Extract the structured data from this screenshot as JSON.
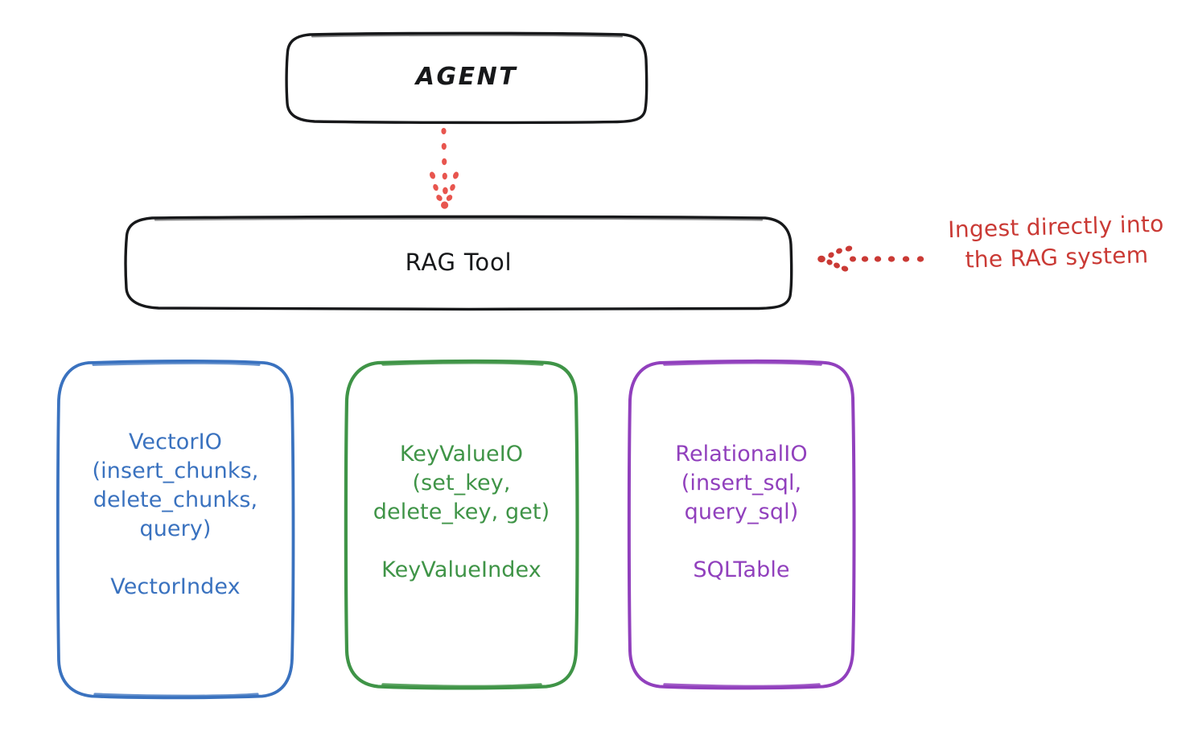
{
  "diagram": {
    "title_nodes": {
      "agent": {
        "label": "AGENT",
        "color": "#17181a"
      },
      "rag_tool": {
        "label": "RAG Tool",
        "color": "#17181a"
      }
    },
    "annotation": {
      "text": "Ingest directly into\nthe RAG system",
      "color": "#ca3a35",
      "arrow_direction": "left",
      "arrow_style": "dotted"
    },
    "connector": {
      "from": "AGENT",
      "to": "RAG Tool",
      "style": "dotted",
      "direction": "down",
      "color": "#e8554e"
    },
    "stores": [
      {
        "id": "vector",
        "interface": "VectorIO",
        "methods": "(insert_chunks,\ndelete_chunks,\nquery)",
        "index": "VectorIndex",
        "label": "VectorIO\n(insert_chunks,\ndelete_chunks,\nquery)\n\nVectorIndex",
        "color": "#3a72bf"
      },
      {
        "id": "keyvalue",
        "interface": "KeyValueIO",
        "methods": "(set_key,\ndelete_key, get)",
        "index": "KeyValueIndex",
        "label": "KeyValueIO\n(set_key,\ndelete_key, get)\n\nKeyValueIndex",
        "color": "#3f9447"
      },
      {
        "id": "relational",
        "interface": "RelationalIO",
        "methods": "(insert_sql,\nquery_sql)",
        "index": "SQLTable",
        "label": "RelationalIO\n(insert_sql,\nquery_sql)\n\nSQLTable",
        "color": "#9140bd"
      }
    ]
  }
}
